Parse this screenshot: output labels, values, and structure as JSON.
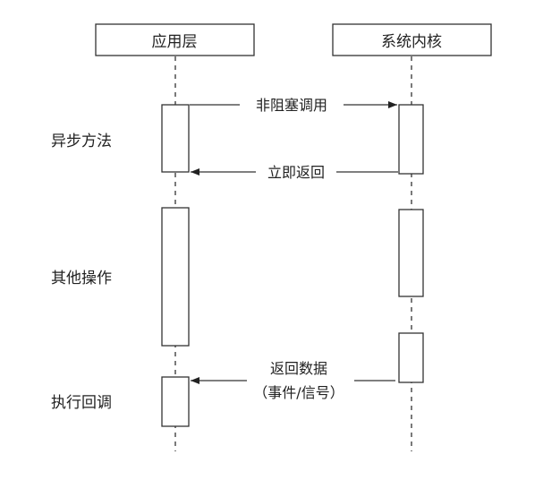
{
  "participants": {
    "app": "应用层",
    "kernel": "系统内核"
  },
  "phases": {
    "async_method": "异步方法",
    "other_ops": "其他操作",
    "callback": "执行回调"
  },
  "messages": {
    "nonblocking_call": "非阻塞调用",
    "immediate_return": "立即返回",
    "return_data_line1": "返回数据",
    "return_data_line2": "（事件/信号）"
  },
  "colors": {
    "stroke": "#333333",
    "text": "#222222"
  }
}
